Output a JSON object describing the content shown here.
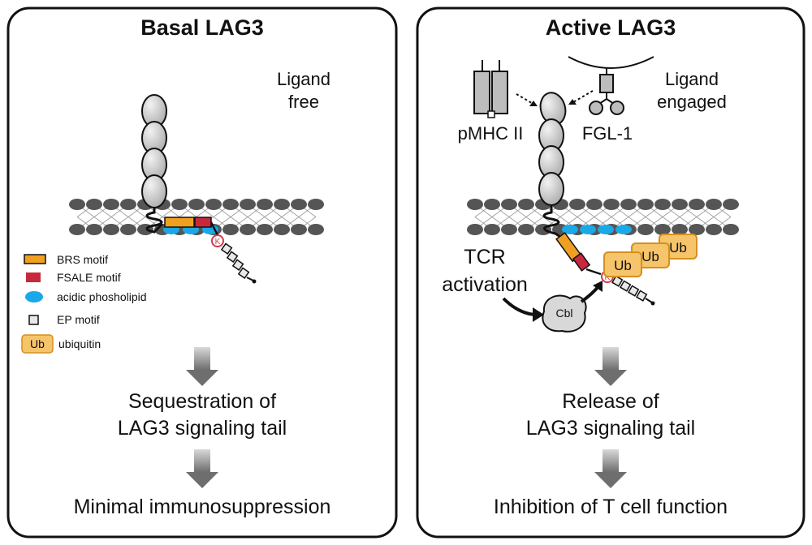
{
  "panels": {
    "basal": {
      "title": "Basal LAG3",
      "ligand_state": [
        "Ligand",
        "free"
      ],
      "step_1": [
        "Sequestration of",
        "LAG3 signaling tail"
      ],
      "step_2": "Minimal immunosuppression"
    },
    "active": {
      "title": "Active LAG3",
      "ligand_state": [
        "Ligand",
        "engaged"
      ],
      "ligand_1": "pMHC II",
      "ligand_2": "FGL-1",
      "trigger": [
        "TCR",
        "activation"
      ],
      "enzyme": "Cbl",
      "ub_tag": "Ub",
      "step_1": [
        "Release of",
        "LAG3 signaling tail"
      ],
      "step_2": "Inhibition of T cell function"
    }
  },
  "legend": [
    {
      "label": "BRS motif",
      "color": "#f0a020"
    },
    {
      "label": "FSALE motif",
      "color": "#c8283c"
    },
    {
      "label": "acidic phosholipid",
      "color": "#1aa9e8"
    },
    {
      "label": "EP motif",
      "color": "#e8e8e8"
    },
    {
      "label": "ubiquitin",
      "symbol": "Ub",
      "color": "#f6c46a"
    }
  ],
  "lysine_mark": "K",
  "colors": {
    "lipid_head": "#555555",
    "domain_fill": "#cfcfcf",
    "ub_fill": "#f6c46a",
    "ub_stroke": "#d4901e",
    "lysine": "#d23a4a"
  }
}
